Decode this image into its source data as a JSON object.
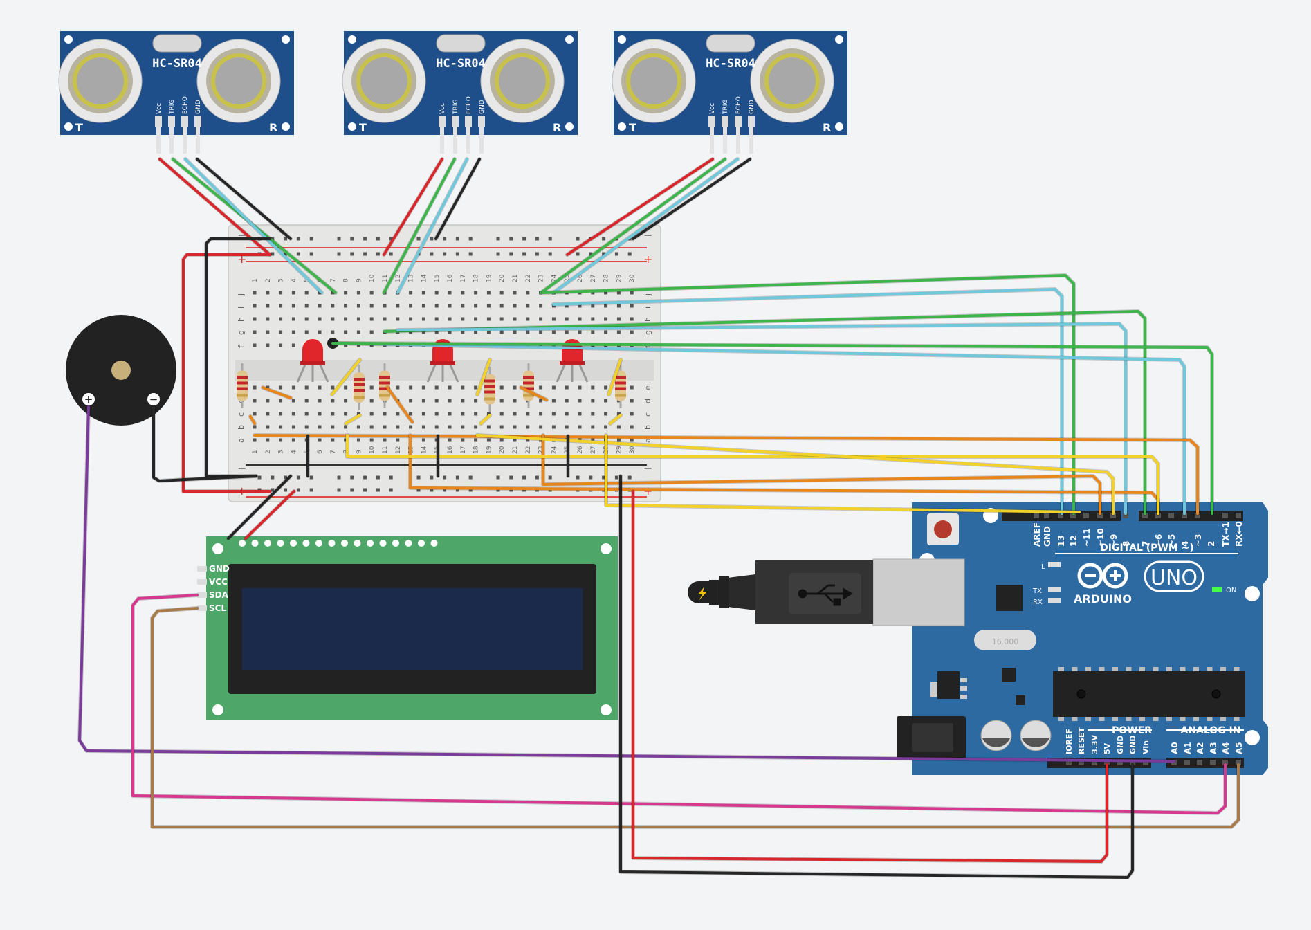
{
  "sensors": [
    {
      "model": "HC-SR04",
      "pins": [
        "Vcc",
        "TRIG",
        "ECHO",
        "GND"
      ],
      "left_mark": "T",
      "right_mark": "R"
    },
    {
      "model": "HC-SR04",
      "pins": [
        "Vcc",
        "TRIG",
        "ECHO",
        "GND"
      ],
      "left_mark": "T",
      "right_mark": "R"
    },
    {
      "model": "HC-SR04",
      "pins": [
        "Vcc",
        "TRIG",
        "ECHO",
        "GND"
      ],
      "left_mark": "T",
      "right_mark": "R"
    }
  ],
  "breadboard": {
    "rail_minus": "−",
    "rail_plus": "+",
    "rows_top": [
      "j",
      "i",
      "h",
      "g",
      "f"
    ],
    "rows_bottom": [
      "e",
      "d",
      "c",
      "b",
      "a"
    ],
    "columns": [
      "1",
      "2",
      "3",
      "4",
      "5",
      "6",
      "7",
      "8",
      "9",
      "10",
      "11",
      "12",
      "13",
      "14",
      "15",
      "16",
      "17",
      "18",
      "19",
      "20",
      "21",
      "22",
      "23",
      "24",
      "25",
      "26",
      "27",
      "28",
      "29",
      "30"
    ]
  },
  "buzzer": {
    "plus": "+",
    "minus": "−"
  },
  "lcd": {
    "pins": [
      "GND",
      "VCC",
      "SDA",
      "SCL"
    ]
  },
  "arduino": {
    "brand": "ARDUINO",
    "model": "UNO",
    "digital_label": "DIGITAL (PWM ~)",
    "digital_pins": [
      "AREF",
      "GND",
      "13",
      "12",
      "~11",
      "~10",
      "~9",
      "8",
      "7",
      "~6",
      "~5",
      "4",
      "~3",
      "2",
      "TX→1",
      "RX←0"
    ],
    "power_label": "POWER",
    "power_pins": [
      "IOREF",
      "RESET",
      "3.3V",
      "5V",
      "GND",
      "GND",
      "Vin"
    ],
    "analog_label": "ANALOG IN",
    "analog_pins": [
      "A0",
      "A1",
      "A2",
      "A3",
      "A4",
      "A5"
    ],
    "led_labels": [
      "L",
      "TX",
      "RX"
    ],
    "on_label": "ON",
    "crystal_label": "16.000"
  },
  "colors": {
    "background": "#f3f4f6",
    "pcb_blue": "#1f4f8b",
    "arduino_blue": "#2d6aa2",
    "lcd_green": "#4ea769",
    "lcd_screen": "#1b2a4a",
    "wire_red": "#d9262a",
    "wire_black": "#262626",
    "wire_green": "#3db54a",
    "wire_cyan": "#6fc8dc",
    "wire_orange": "#e8861c",
    "wire_yellow": "#f2d22a",
    "wire_purple": "#7b3b9a",
    "wire_pink": "#d6388f",
    "wire_brown": "#a87a4a",
    "led_red": "#e0262a"
  }
}
